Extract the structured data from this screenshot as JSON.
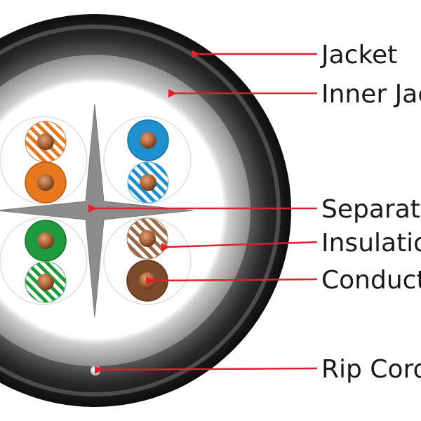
{
  "labels": {
    "jacket": "Jacket",
    "inner_jacket": "Inner Jac",
    "separator": "Separato",
    "insulation": "Insulatio",
    "conductor": "Conduct",
    "rip_cord": "Rip Cord"
  },
  "colors": {
    "arrow": "#e0202a",
    "outer_jacket": "#1e1e1e",
    "inner_jacket": "#a8a8a8",
    "separator": "#8a8a8a",
    "copper": "#b07040",
    "pairs": {
      "orange": "#e8781e",
      "blue": "#1e90d0",
      "green": "#1f9a3c",
      "brown": "#7a4a2a"
    }
  },
  "pairs": [
    {
      "name": "orange-pair",
      "solid": "orange"
    },
    {
      "name": "blue-pair",
      "solid": "blue"
    },
    {
      "name": "green-pair",
      "solid": "green"
    },
    {
      "name": "brown-pair",
      "solid": "brown"
    }
  ]
}
